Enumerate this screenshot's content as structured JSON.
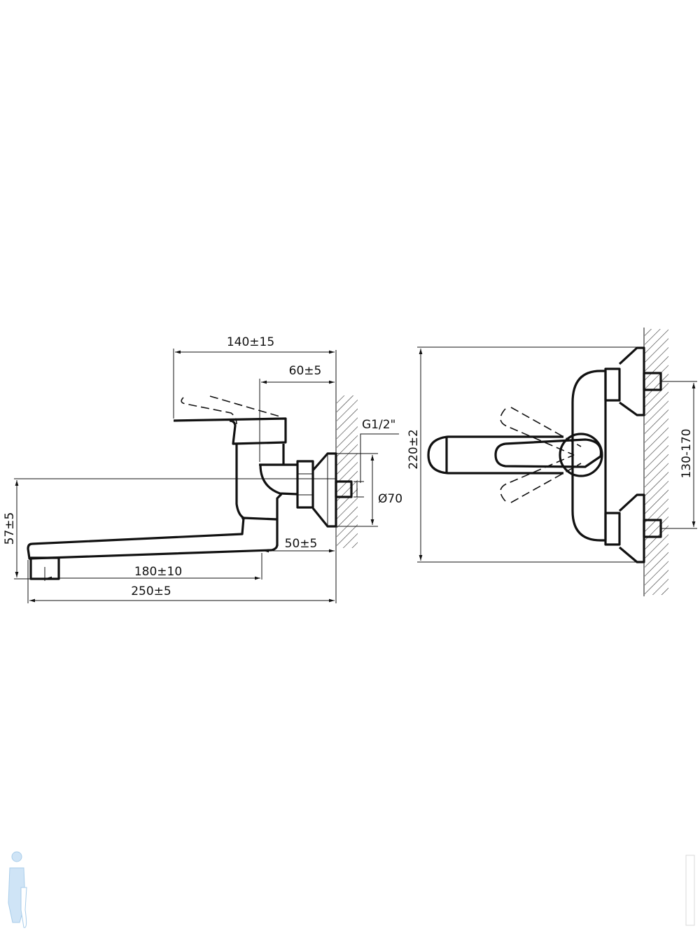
{
  "side_view": {
    "dim_lever_reach": "140±15",
    "dim_body_offset": "60±5",
    "dim_thread": "G1/2\"",
    "dim_flange_diameter": "Ø70",
    "dim_spout_height": "57±5",
    "dim_outlet_offset": "50±5",
    "dim_spout_reach": "180±10",
    "dim_total_length": "250±5"
  },
  "front_view": {
    "dim_height": "220±2",
    "dim_centers": "130-170"
  },
  "colors": {
    "line": "#111111",
    "watermark": "#a9cdea"
  }
}
